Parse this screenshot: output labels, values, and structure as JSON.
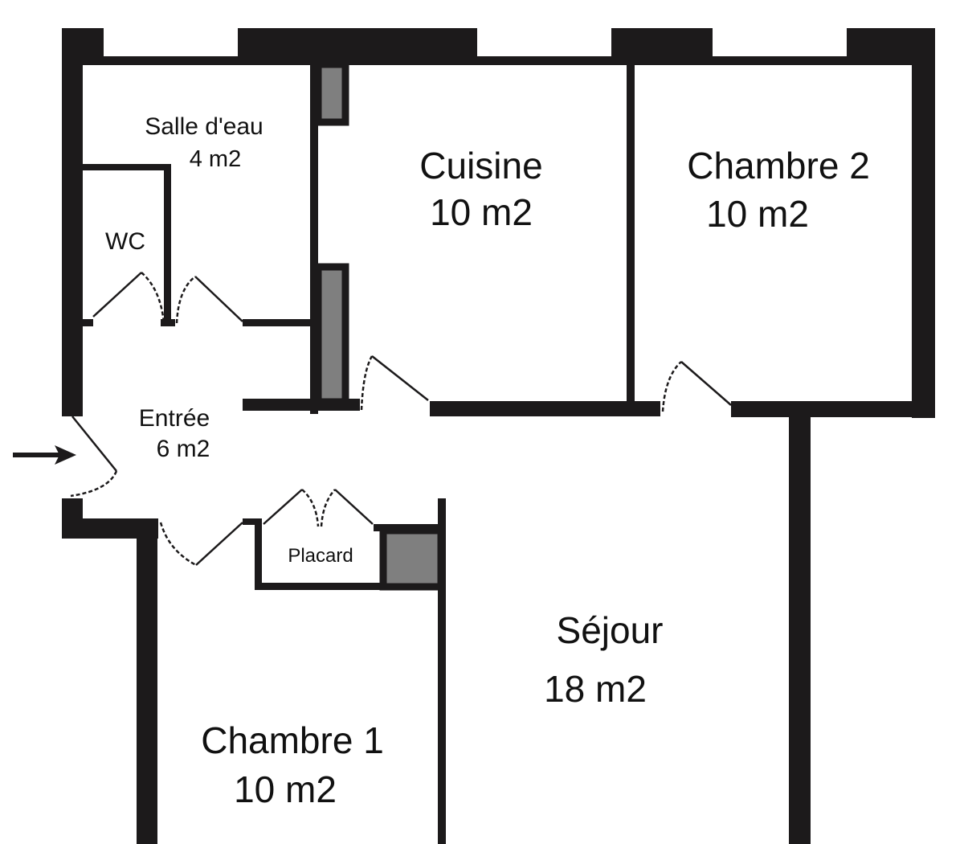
{
  "plan": {
    "rooms": [
      {
        "id": "salle-eau",
        "name": "Salle d'eau",
        "area": "4 m2"
      },
      {
        "id": "wc",
        "name": "WC",
        "area": ""
      },
      {
        "id": "cuisine",
        "name": "Cuisine",
        "area": "10 m2"
      },
      {
        "id": "chambre-2",
        "name": "Chambre 2",
        "area": "10 m2"
      },
      {
        "id": "entree",
        "name": "Entrée",
        "area": "6 m2"
      },
      {
        "id": "placard",
        "name": "Placard",
        "area": ""
      },
      {
        "id": "sejour",
        "name": "Séjour",
        "area": "18 m2"
      },
      {
        "id": "chambre-1",
        "name": "Chambre 1",
        "area": "10 m2"
      }
    ],
    "colors": {
      "wall": "#1c1a1b",
      "duct": "#7f7f7f",
      "background": "#ffffff"
    },
    "entrance_arrow": "entrance-arrow"
  }
}
